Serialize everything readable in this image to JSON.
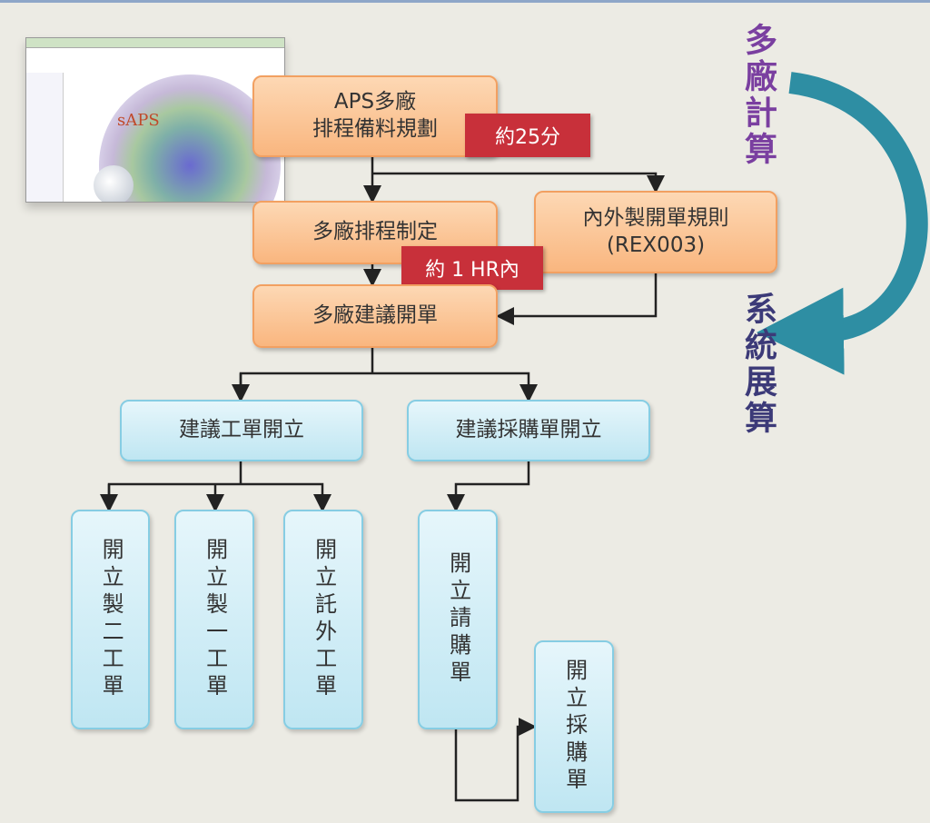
{
  "thumbnail": {
    "logo": "sAPS"
  },
  "nodes": {
    "aps": "APS多廠\n排程備料規劃",
    "schedule": "多廠排程制定",
    "rule": "內外製開單規則\n(REX003)",
    "suggest": "多廠建議開單",
    "work_order": "建議工單開立",
    "purchase_order": "建議採購單開立",
    "mfg2": "開立製二工單",
    "mfg1": "開立製一工單",
    "outsource": "開立託外工單",
    "requisition": "開立請購單",
    "purchase": "開立採購單"
  },
  "badges": {
    "b1": "約25分",
    "b2": "約 1 HR內"
  },
  "side": {
    "top": "多廠計算",
    "bottom": "系統展算"
  },
  "colors": {
    "orange": "#f9b67f",
    "blue": "#bfe6f2",
    "badge": "#c8303a",
    "arrow": "#2e8ea3",
    "purple": "#7a3fa0"
  }
}
